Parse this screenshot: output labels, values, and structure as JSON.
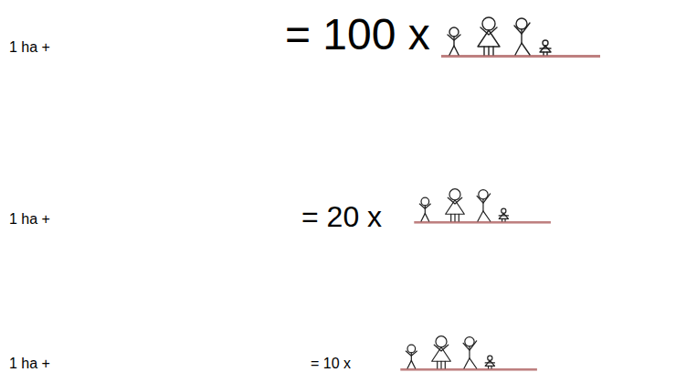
{
  "diagram": {
    "labels": [
      "1 ha +",
      "= 100 x",
      "1 ha +",
      "= 20 x",
      "1 ha +",
      "= 10 x"
    ]
  }
}
